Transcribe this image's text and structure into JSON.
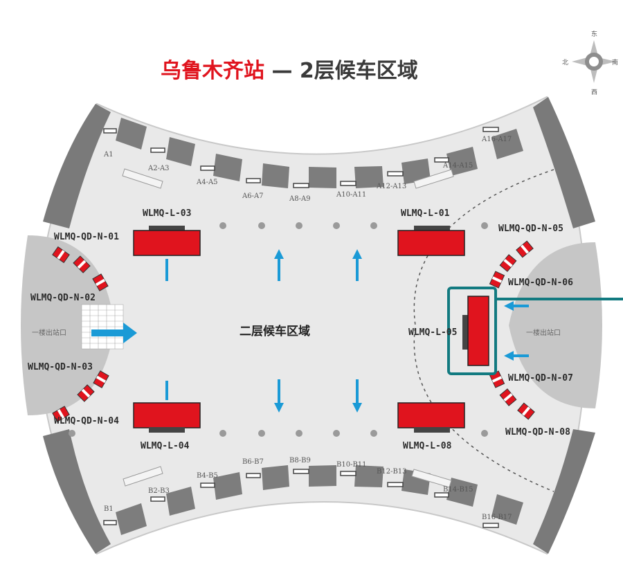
{
  "title": {
    "station": "乌鲁木齐站",
    "rest": " — 2层候车区域"
  },
  "compass": {
    "north": "北",
    "east": "东",
    "south": "南",
    "west": "西"
  },
  "center_label": "二层候车区域",
  "exit_left": "一楼出站口",
  "exit_right": "一楼出站口",
  "billboards": {
    "l03": "WLMQ-L-03",
    "l01": "WLMQ-L-01",
    "l04": "WLMQ-L-04",
    "l08": "WLMQ-L-08",
    "l05": "WLMQ-L-05"
  },
  "qd_left": [
    "WLMQ-QD-N-01",
    "WLMQ-QD-N-02",
    "WLMQ-QD-N-03",
    "WLMQ-QD-N-04"
  ],
  "qd_right": [
    "WLMQ-QD-N-05",
    "WLMQ-QD-N-06",
    "WLMQ-QD-N-07",
    "WLMQ-QD-N-08"
  ],
  "gates_top": [
    "A1",
    "A2-A3",
    "A4-A5",
    "A6-A7",
    "A8-A9",
    "A10-A11",
    "A12-A13",
    "A14-A15",
    "A16-A17"
  ],
  "gates_bottom": [
    "B1",
    "B2-B3",
    "B4-B5",
    "B6-B7",
    "B8-B9",
    "B10-B11",
    "B12-B13",
    "B14-B15",
    "B16-B17"
  ],
  "colors": {
    "billboard": "#e0141e",
    "arrow": "#1a9ad6",
    "highlight": "#127a80",
    "floor": "#e9e9e9",
    "wall": "#7a7a7a"
  }
}
